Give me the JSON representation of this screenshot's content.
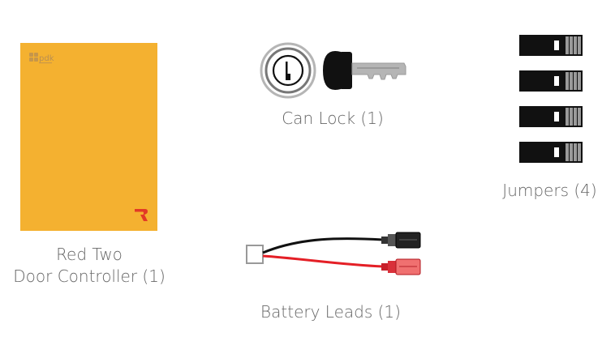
{
  "items": {
    "controller": {
      "label_line1": "Red Two",
      "label_line2": "Door Controller (1)",
      "logo_text": "pdk",
      "box_color": "#f4b130",
      "accent_color": "#e23a26"
    },
    "lock": {
      "label": "Can Lock (1)"
    },
    "jumpers": {
      "label": "Jumpers (4)",
      "count": 4
    },
    "leads": {
      "label": "Battery Leads (1)",
      "black_wire_color": "#111111",
      "red_wire_color": "#e41f26"
    }
  }
}
